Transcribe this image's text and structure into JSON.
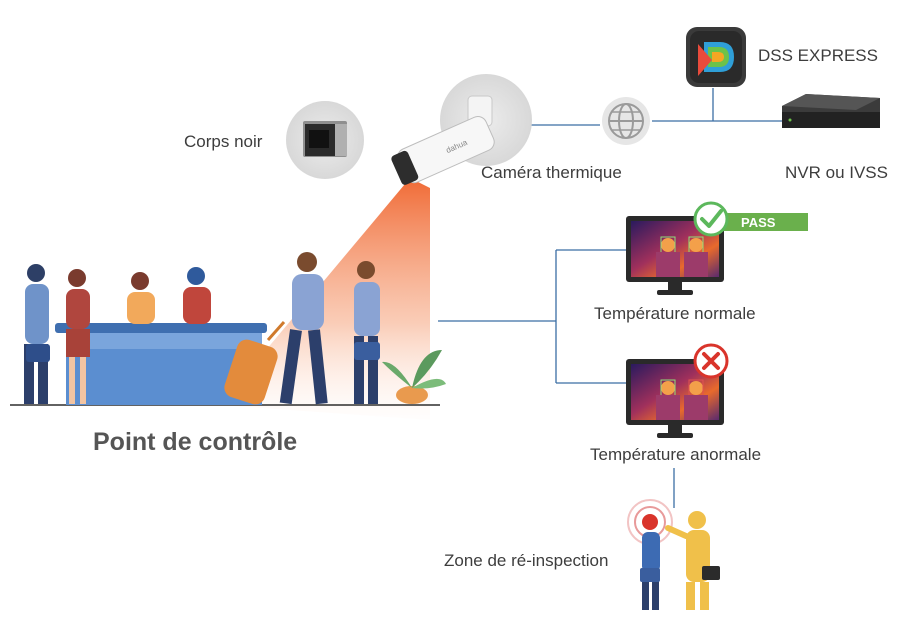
{
  "labels": {
    "blackbody": "Corps noir",
    "camera": "Caméra thermique",
    "dss": "DSS EXPRESS",
    "nvr": "NVR ou IVSS",
    "normal": "Température normale",
    "abnormal": "Température anormale",
    "reinspection": "Zone de ré-inspection",
    "checkpoint": "Point de contrôle",
    "pass_badge": "PASS"
  },
  "colors": {
    "line": "#3b6ea5",
    "pass_green": "#6ab04c",
    "check_green": "#5cb85c",
    "cross_red": "#d9342b",
    "beam_orange": "#f06a35"
  },
  "icons": [
    "blackbody-device-icon",
    "thermal-camera-icon",
    "globe-network-icon",
    "dss-express-app-icon",
    "nvr-device-icon",
    "monitor-icon",
    "check-icon",
    "cross-icon",
    "protective-suit-inspector-icon"
  ]
}
